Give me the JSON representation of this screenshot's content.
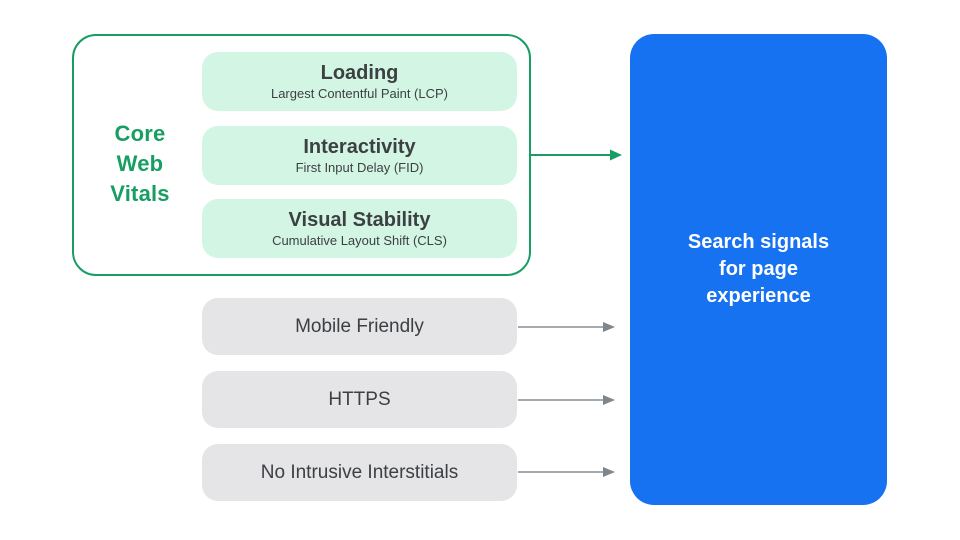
{
  "colors": {
    "teal": "#189E62",
    "mint": "#D3F6E4",
    "blue": "#1672F1",
    "gray_box": "#E5E5E7",
    "text_dark": "#3C4043",
    "text_white": "#FFFFFF",
    "arrow_line_gray": "#A5AAAE",
    "arrow_head_gray": "#7F868C",
    "background": "#FFFFFF"
  },
  "core_web_vitals": {
    "label": "Core\nWeb\nVitals",
    "items": [
      {
        "title": "Loading",
        "subtitle": "Largest Contentful Paint (LCP)"
      },
      {
        "title": "Interactivity",
        "subtitle": "First Input Delay (FID)"
      },
      {
        "title": "Visual Stability",
        "subtitle": "Cumulative Layout Shift (CLS)"
      }
    ]
  },
  "other_signals": [
    {
      "label": "Mobile Friendly"
    },
    {
      "label": "HTTPS"
    },
    {
      "label": "No Intrusive Interstitials"
    }
  ],
  "result_box": {
    "label": "Search signals\nfor page\nexperience"
  }
}
